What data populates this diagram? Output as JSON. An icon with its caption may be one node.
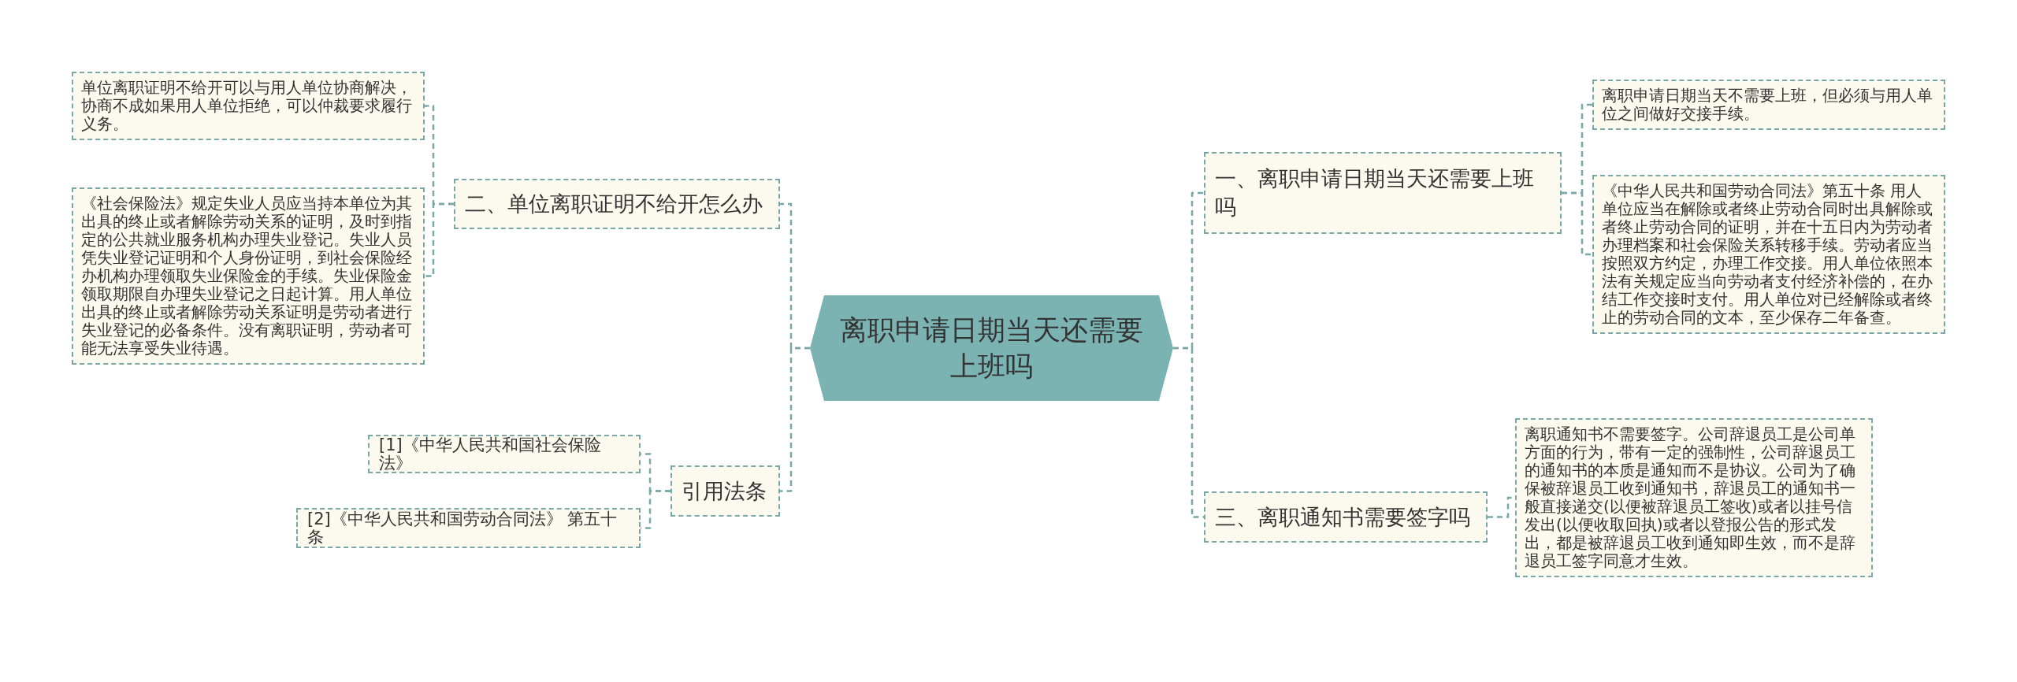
{
  "diagram": {
    "nodes": [
      {
        "text": [
          "离职申请日期当天还需要上班吗"
        ]
      },
      {
        "text": [
          "一、离职申请日期当天还需要上班吗"
        ]
      },
      {
        "text": [
          "离职申请日期当天不需要上班，但必须与用人单位之间做好交接手续。"
        ]
      },
      {
        "text": [
          "《中华人民共和国劳动合同法》第五十条 用人单位应当在解除或者终止劳动合同时出具解除或者终止劳动合同的证明，并在十五日内为劳动者办理档案和社会保险关系转移手续。劳动者应当按照双方约定，办理工作交接。用人单位依照本法有关规定应当向劳动者支付经济补偿的，在办结工作交接时支付。用人单位对已经解除或者终止的劳动合同的文本，至少保存二年备查。"
        ]
      },
      {
        "text": [
          "三、离职通知书需要签字吗"
        ]
      },
      {
        "text": [
          "离职通知书不需要签字。公司辞退员工是公司单方面的行为，带有一定的强制性，公司辞退员工的通知书的本质是通知而不是协议。公司为了确保被辞退员工收到通知书，辞退员工的通知书一般直接递交(以便被辞退员工签收)或者以挂号信发出(以便收取回执)或者以登报公告的形式发出，都是被辞退员工收到通知即生效，而不是辞退员工签字同意才生效。"
        ]
      },
      {
        "text": [
          "二、单位离职证明不给开怎么办"
        ]
      },
      {
        "text": [
          "单位离职证明不给开可以与用人单位协商解决，协商不成如果用人单位拒绝，可以仲裁要求履行义务。"
        ]
      },
      {
        "text": [
          "《社会保险法》规定失业人员应当持本单位为其出具的终止或者解除劳动关系的证明，及时到指定的公共就业服务机构办理失业登记。失业人员凭失业登记证明和个人身份证明，到社会保险经办机构办理领取失业保险金的手续。失业保险金领取期限自办理失业登记之日起计算。用人单位出具的终止或者解除劳动关系证明是劳动者进行失业登记的必备条件。没有离职证明，劳动者可能无法享受失业待遇。"
        ]
      },
      {
        "text": [
          "引用法条"
        ]
      },
      {
        "text": [
          "[1]《中华人民共和国社会保险法》"
        ]
      },
      {
        "text": [
          "[2]《中华人民共和国劳动合同法》 第五十条"
        ]
      }
    ],
    "edges": [
      {
        "from": 0,
        "to": 1,
        "arrow": "none"
      },
      {
        "from": 0,
        "to": 4,
        "arrow": "none"
      },
      {
        "from": 0,
        "to": 6,
        "arrow": "none"
      },
      {
        "from": 0,
        "to": 9,
        "arrow": "none"
      },
      {
        "from": 1,
        "to": 2,
        "arrow": "none"
      },
      {
        "from": 1,
        "to": 3,
        "arrow": "none"
      },
      {
        "from": 4,
        "to": 5,
        "arrow": "none"
      },
      {
        "from": 6,
        "to": 7,
        "arrow": "none"
      },
      {
        "from": 6,
        "to": 8,
        "arrow": "none"
      },
      {
        "from": 9,
        "to": 10,
        "arrow": "none"
      },
      {
        "from": 9,
        "to": 11,
        "arrow": "none"
      }
    ]
  }
}
